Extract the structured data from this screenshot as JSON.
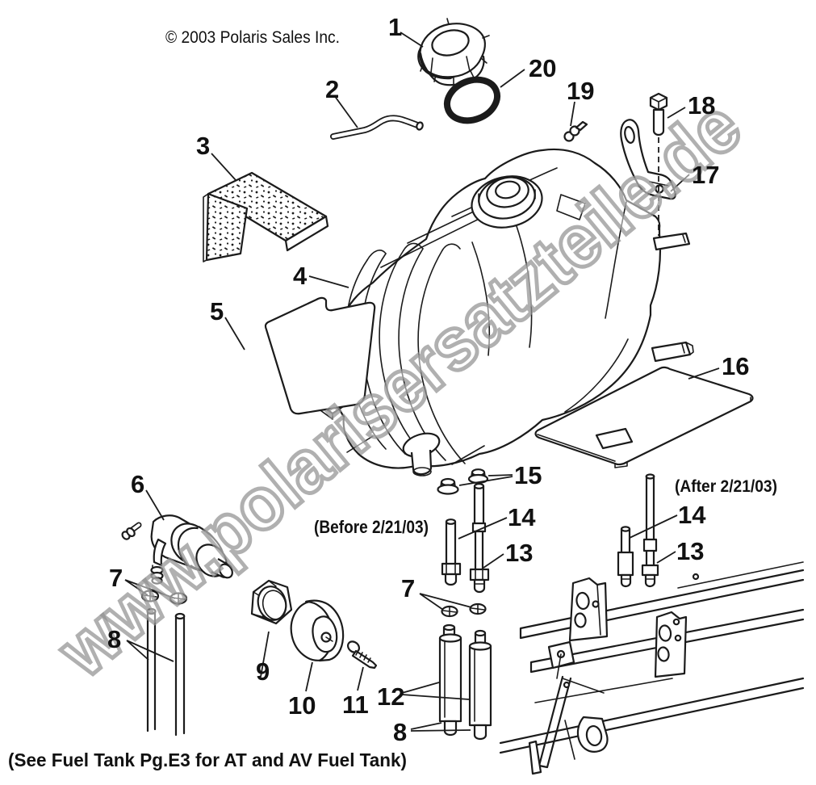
{
  "page": {
    "copyright": "© 2003 Polaris Sales Inc.",
    "footer_note": "(See Fuel Tank Pg.E3 for AT and AV Fuel Tank)"
  },
  "annotations": {
    "before_date": "(Before 2/21/03)",
    "after_date": "(After 2/21/03)"
  },
  "watermark": {
    "text": "www.polarisersatzteile.de"
  },
  "colors": {
    "background": "#ffffff",
    "line_art": "#1b1b1b",
    "watermark_stroke": "#919191",
    "watermark_fill": "#ffffff"
  },
  "callouts": {
    "c1": "1",
    "c2": "2",
    "c3": "3",
    "c4": "4",
    "c5": "5",
    "c6": "6",
    "c7_left": "7",
    "c7_mid": "7",
    "c8_left": "8",
    "c8_bottom": "8",
    "c9": "9",
    "c10": "10",
    "c11": "11",
    "c12": "12",
    "c13_before": "13",
    "c13_after": "13",
    "c14_before": "14",
    "c14_after": "14",
    "c15": "15",
    "c16": "16",
    "c17": "17",
    "c18": "18",
    "c19": "19",
    "c20": "20"
  }
}
